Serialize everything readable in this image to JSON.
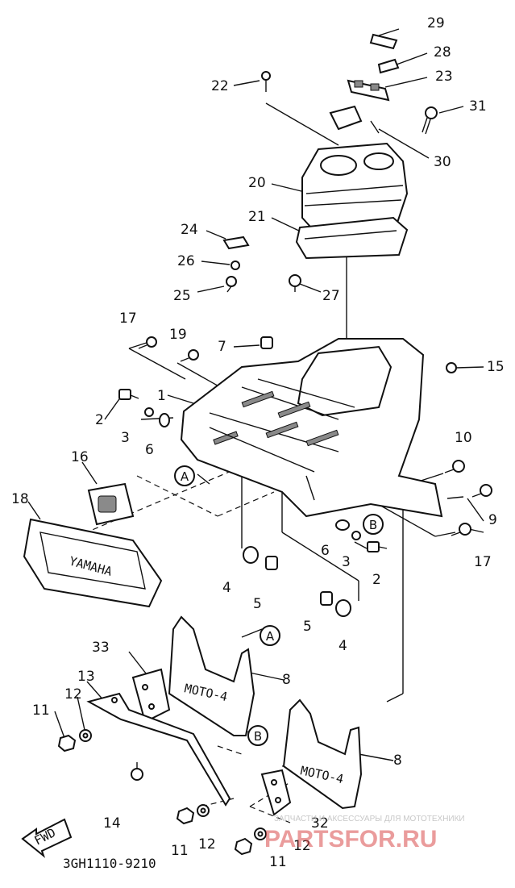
{
  "parts": {
    "p29": "29",
    "p28": "28",
    "p23": "23",
    "p22": "22",
    "p31": "31",
    "p30": "30",
    "p20": "20",
    "p21": "21",
    "p24": "24",
    "p26": "26",
    "p25": "25",
    "p27": "27",
    "p17a": "17",
    "p19": "19",
    "p7": "7",
    "p15": "15",
    "p1": "1",
    "p2a": "2",
    "p3a": "3",
    "p6a": "6",
    "p16": "16",
    "p10": "10",
    "p9": "9",
    "p18": "18",
    "p6b": "6",
    "p3b": "3",
    "p17b": "17",
    "p2b": "2",
    "p4a": "4",
    "p5a": "5",
    "p5b": "5",
    "p4b": "4",
    "p33": "33",
    "p8a": "8",
    "p13": "13",
    "p12a": "12",
    "p11a": "11",
    "p14": "14",
    "p8b": "8",
    "p32": "32",
    "p11b": "11",
    "p12b": "12",
    "p12c": "12",
    "p11c": "11"
  },
  "callouts": {
    "a1": "A",
    "b1": "B",
    "a2": "A",
    "b2": "B"
  },
  "stamps": {
    "flap_a": "MOTO-4",
    "flap_b": "MOTO-4",
    "badge": "YAMAHA",
    "direction": "FWD"
  },
  "diagram_code": "3GH1110-9210",
  "watermark": {
    "caption": "ЗАПЧАСТИ И АКСЕССУАРЫ ДЛЯ МОТОТЕХНИКИ",
    "brand": "PARTSFOR.RU"
  }
}
